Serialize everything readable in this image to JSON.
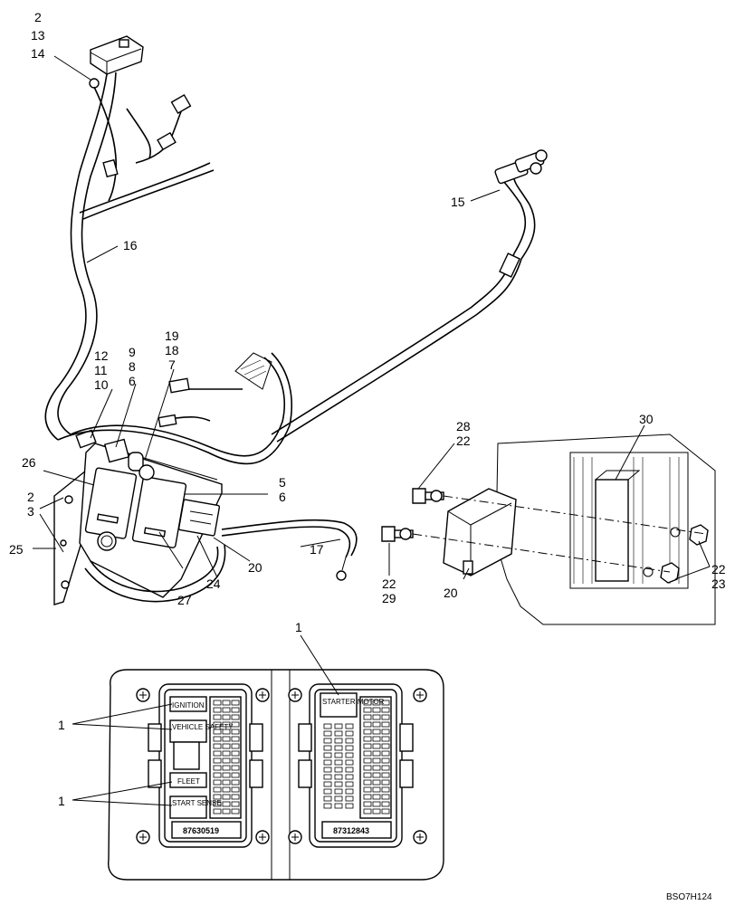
{
  "callouts": {
    "c_2a": "2",
    "c_13": "13",
    "c_14": "14",
    "c_15": "15",
    "c_16": "16",
    "c_19": "19",
    "c_18": "18",
    "c_7": "7",
    "c_12": "12",
    "c_11": "11",
    "c_10": "10",
    "c_9": "9",
    "c_8": "8",
    "c_6a": "6",
    "c_28": "28",
    "c_22a": "22",
    "c_30": "30",
    "c_26": "26",
    "c_5": "5",
    "c_6b": "6",
    "c_2b": "2",
    "c_3": "3",
    "c_25": "25",
    "c_17": "17",
    "c_20a": "20",
    "c_27": "27",
    "c_24": "24",
    "c_22b": "22",
    "c_29": "29",
    "c_20b": "20",
    "c_22c": "22",
    "c_23": "23",
    "c_1a": "1",
    "c_1b": "1",
    "c_1c": "1"
  },
  "fuse_panel_left": {
    "labels": [
      "IGNITION",
      "VEHICLE SAFETY",
      "FLEET",
      "START SENSE"
    ],
    "part_number": "87630519"
  },
  "fuse_panel_right": {
    "labels": [
      "STARTER MOTOR"
    ],
    "part_number": "87312843"
  },
  "drawing_reference": "BSO7H124"
}
